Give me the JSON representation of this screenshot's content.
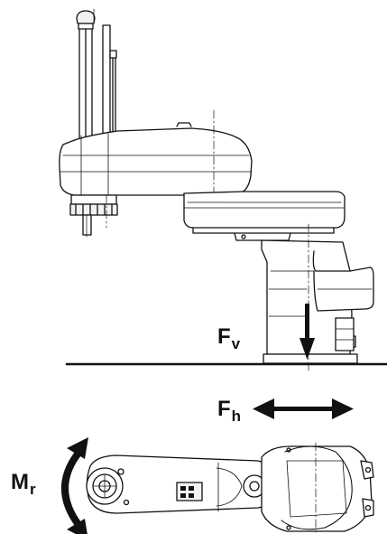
{
  "labels": {
    "vertical_force": {
      "symbol": "F",
      "subscript": "v"
    },
    "horizontal_force": {
      "symbol": "F",
      "subscript": "h"
    },
    "moment": {
      "symbol": "M",
      "subscript": "r"
    }
  },
  "colors": {
    "ink": "#111111",
    "background": "#ffffff",
    "shade": "#f2f2f2"
  },
  "icons": [
    "vertical-force-arrow",
    "horizontal-force-arrow",
    "rotation-moment-arrow"
  ]
}
